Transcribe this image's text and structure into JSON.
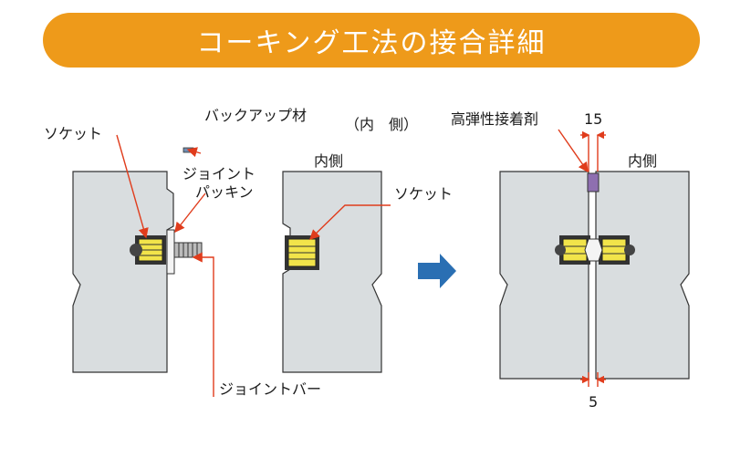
{
  "header": {
    "title": "コーキング工法の接合詳細",
    "title_bg": "#EE9A1A"
  },
  "labels": {
    "backup_material": "バックアップ材",
    "inner_side_paren": "（内　側）",
    "socket_left": "ソケット",
    "joint_packing_line1": "ジョイント",
    "joint_packing_line2": "パッキン",
    "inner_side_middle": "内側",
    "socket_middle": "ソケット",
    "joint_bar": "ジョイントバー",
    "sealant": "高弾性接着剤",
    "dim_15": "15",
    "inner_side_right": "内側",
    "dim_5": "5"
  },
  "colors": {
    "panel_fill": "#D9DDDF",
    "leader_line": "#E03C1C",
    "arrow_blue": "#2A6FB3",
    "socket_yellow": "#F2E44A",
    "sealant_purple": "#8E6FB0"
  },
  "icons": {
    "arrow": "right-arrow-icon"
  }
}
